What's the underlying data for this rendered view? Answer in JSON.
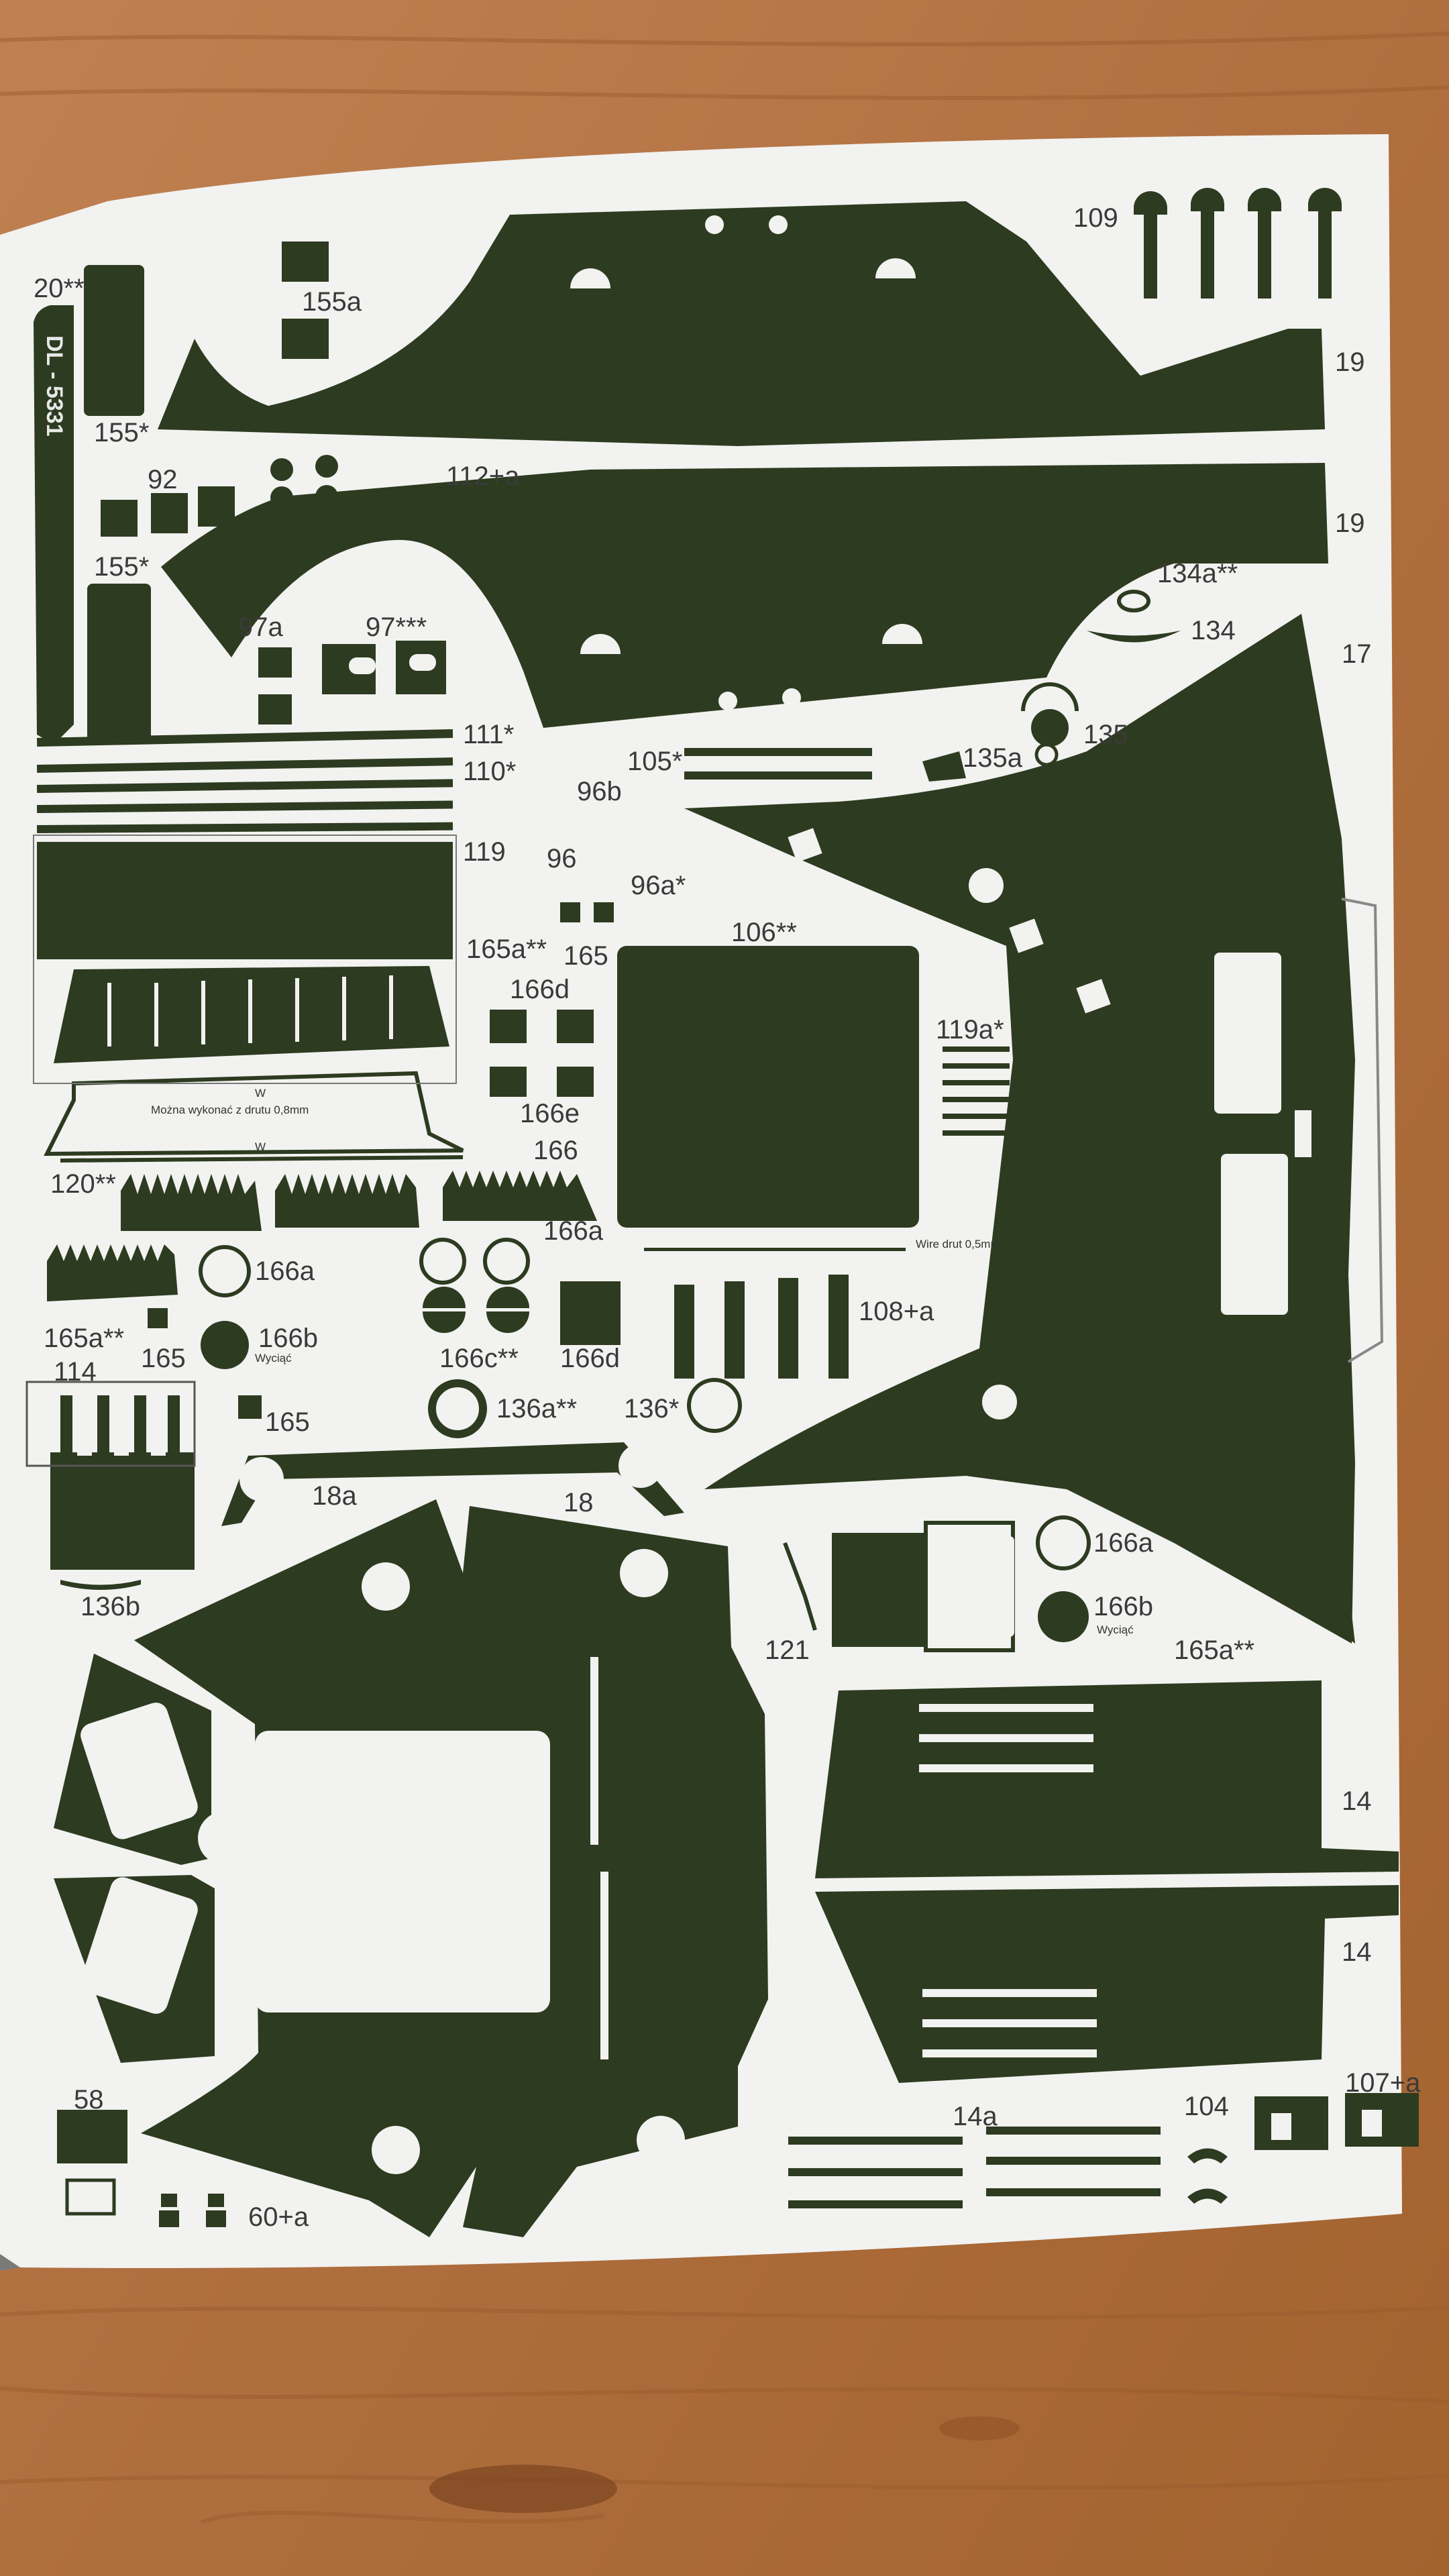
{
  "labels": {
    "l109": "109",
    "l20": "20**",
    "l155a": "155a",
    "l155s1": "155*",
    "l155s2": "155*",
    "l19a": "19",
    "l19b": "19",
    "l92": "92",
    "l112": "112+a",
    "l134a": "134a**",
    "l134": "134",
    "l17": "17",
    "l97a": "97a",
    "l97": "97***",
    "l135a": "135a",
    "l135": "135",
    "l111": "111*",
    "l110": "110*",
    "l105": "105*",
    "l96b": "96b",
    "l96": "96",
    "l119": "119",
    "l96a": "96a*",
    "l165as1": "165a**",
    "l165_1": "165",
    "l106": "106**",
    "l166d1": "166d",
    "l119a": "119a*",
    "l166e": "166e",
    "l120": "120**",
    "l166": "166",
    "l166a1": "166a",
    "l166a2": "166a",
    "l108": "108+a",
    "l165as2": "165a**",
    "l165_2": "165",
    "l166b1": "166b",
    "l166c": "166c**",
    "l166d2": "166d",
    "l114": "114",
    "l136a": "136a**",
    "l136s": "136*",
    "l165_3": "165",
    "l18a": "18a",
    "l18": "18",
    "l136b": "136b",
    "l166a3": "166a",
    "l121": "121",
    "l166b2": "166b",
    "l165as3": "165a**",
    "l14a": "14",
    "l14b": "14",
    "l58": "58",
    "l14a2": "14a",
    "l104": "104",
    "l107": "107+a",
    "l60": "60+a"
  },
  "notes": {
    "plate": "DL - 5331",
    "wire1": "Wire drut 0,5mm",
    "wire2": "Można wykonać z drutu 0,8mm",
    "w1": "W",
    "w2": "W",
    "wycinac1": "Wyciąć",
    "wycinac2": "Wyciąć"
  },
  "colors": {
    "wood": "#b8794a",
    "paper": "#f2f2f0",
    "olive": "#2d3b20",
    "label": "#3a3a3a"
  }
}
